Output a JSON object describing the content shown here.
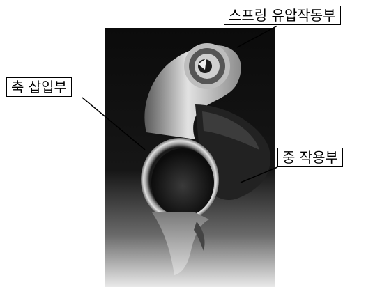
{
  "labels": {
    "spring_hydraulic": "스프링 유압작동부",
    "shaft_insert": "축 삽입부",
    "load_section": "중 작용부"
  },
  "colors": {
    "background_dark": "#0d0d0d",
    "part_light": "#d9d9d9",
    "border": "#000000"
  }
}
